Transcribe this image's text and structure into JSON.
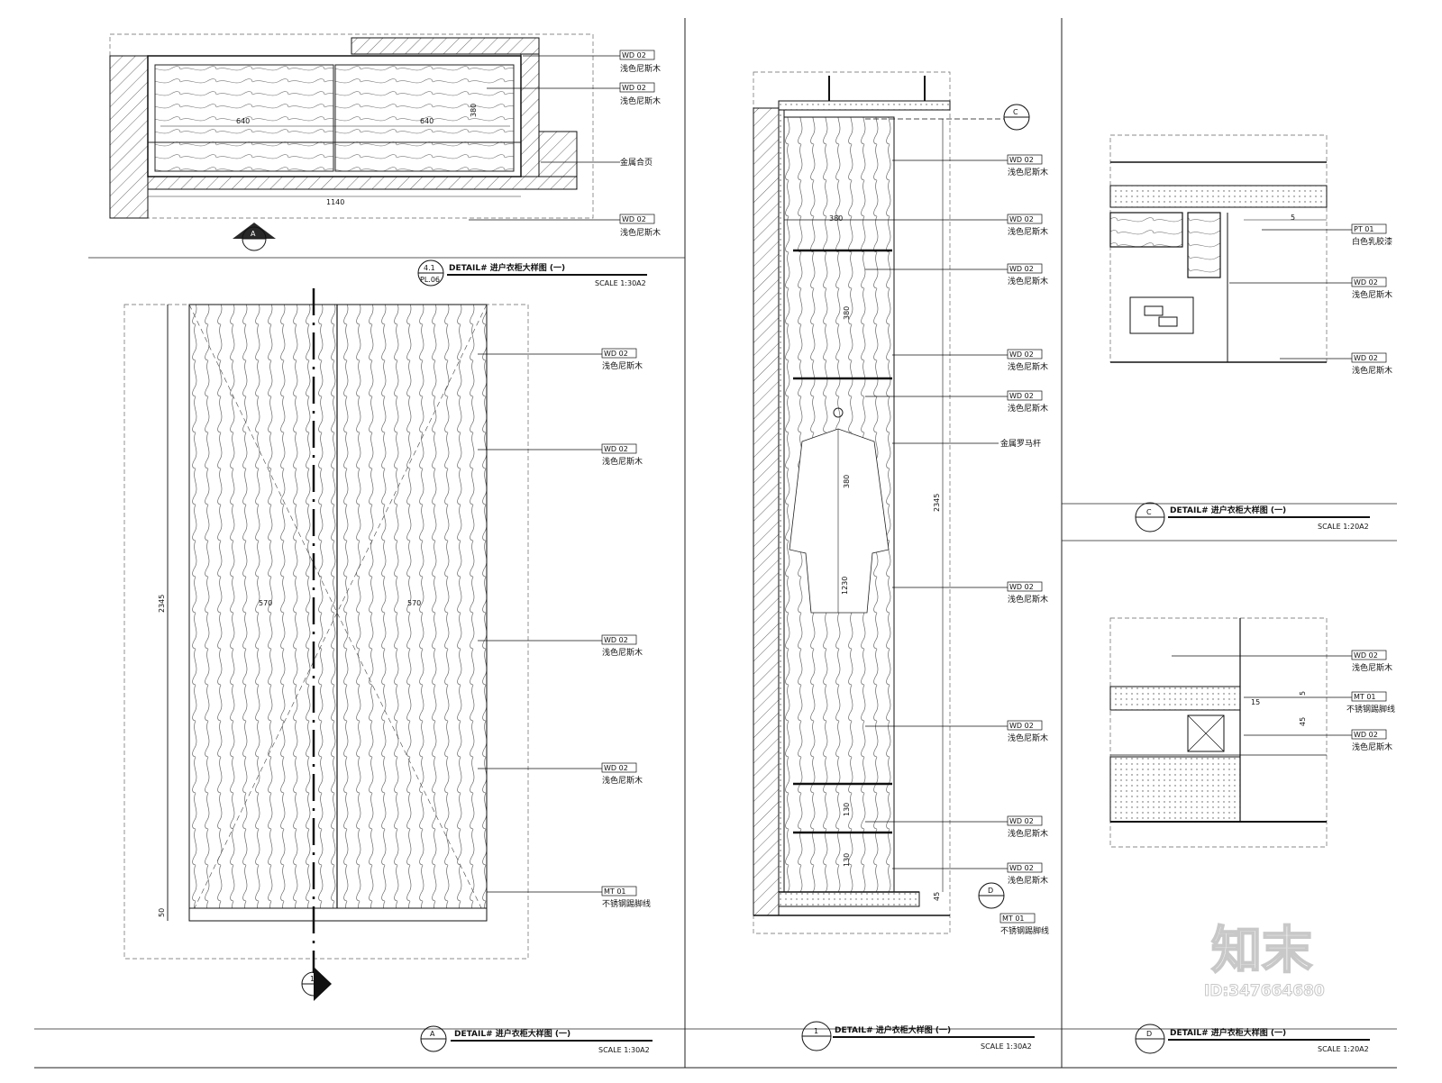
{
  "labels": {
    "wd02": "WD  02",
    "mt01": "MT  01",
    "pt01": "PT  01",
    "wood": "浅色尼斯木",
    "plywood": "金属合页",
    "rod": "金属罗马杆",
    "skirting": "不锈钢踢脚线",
    "latex": "白色乳胶漆"
  },
  "plan": {
    "dims": {
      "w1": "640",
      "w2": "640",
      "total": "1140",
      "depth": "380"
    },
    "section_marker": "A"
  },
  "elevation_a": {
    "dims": {
      "height": "2345",
      "panel1": "570",
      "panel2": "570",
      "base": "50"
    },
    "section_marker": "1"
  },
  "section_1": {
    "dims": {
      "d1": "380",
      "d2": "380",
      "d3": "380",
      "hang": "1230",
      "s1": "130",
      "s2": "130",
      "height": "2345",
      "base": "45"
    },
    "marker_top": "C",
    "marker_bot": "D"
  },
  "detail_d": {
    "dims": {
      "a": "15",
      "b": "5",
      "c": "45"
    }
  },
  "detail_c": {
    "dims": {
      "gap": "5"
    }
  },
  "titles": {
    "t41_num": "4.1",
    "t41_ref": "PL.06",
    "t41": "DETAIL# 进户衣柜大样图 (一)",
    "t41_scale": "SCALE 1:30A2",
    "tA_num": "A",
    "tA": "DETAIL# 进户衣柜大样图 (一)",
    "tA_scale": "SCALE 1:30A2",
    "t1_num": "1",
    "t1": "DETAIL# 进户衣柜大样图 (一)",
    "t1_scale": "SCALE 1:30A2",
    "tC_num": "C",
    "tC": "DETAIL# 进户衣柜大样图 (一)",
    "tC_scale": "SCALE 1:20A2",
    "tD_num": "D",
    "tD": "DETAIL# 进户衣柜大样图 (一)",
    "tD_scale": "SCALE 1:20A2"
  },
  "watermark": {
    "brand": "知末",
    "id": "ID:347664680"
  }
}
